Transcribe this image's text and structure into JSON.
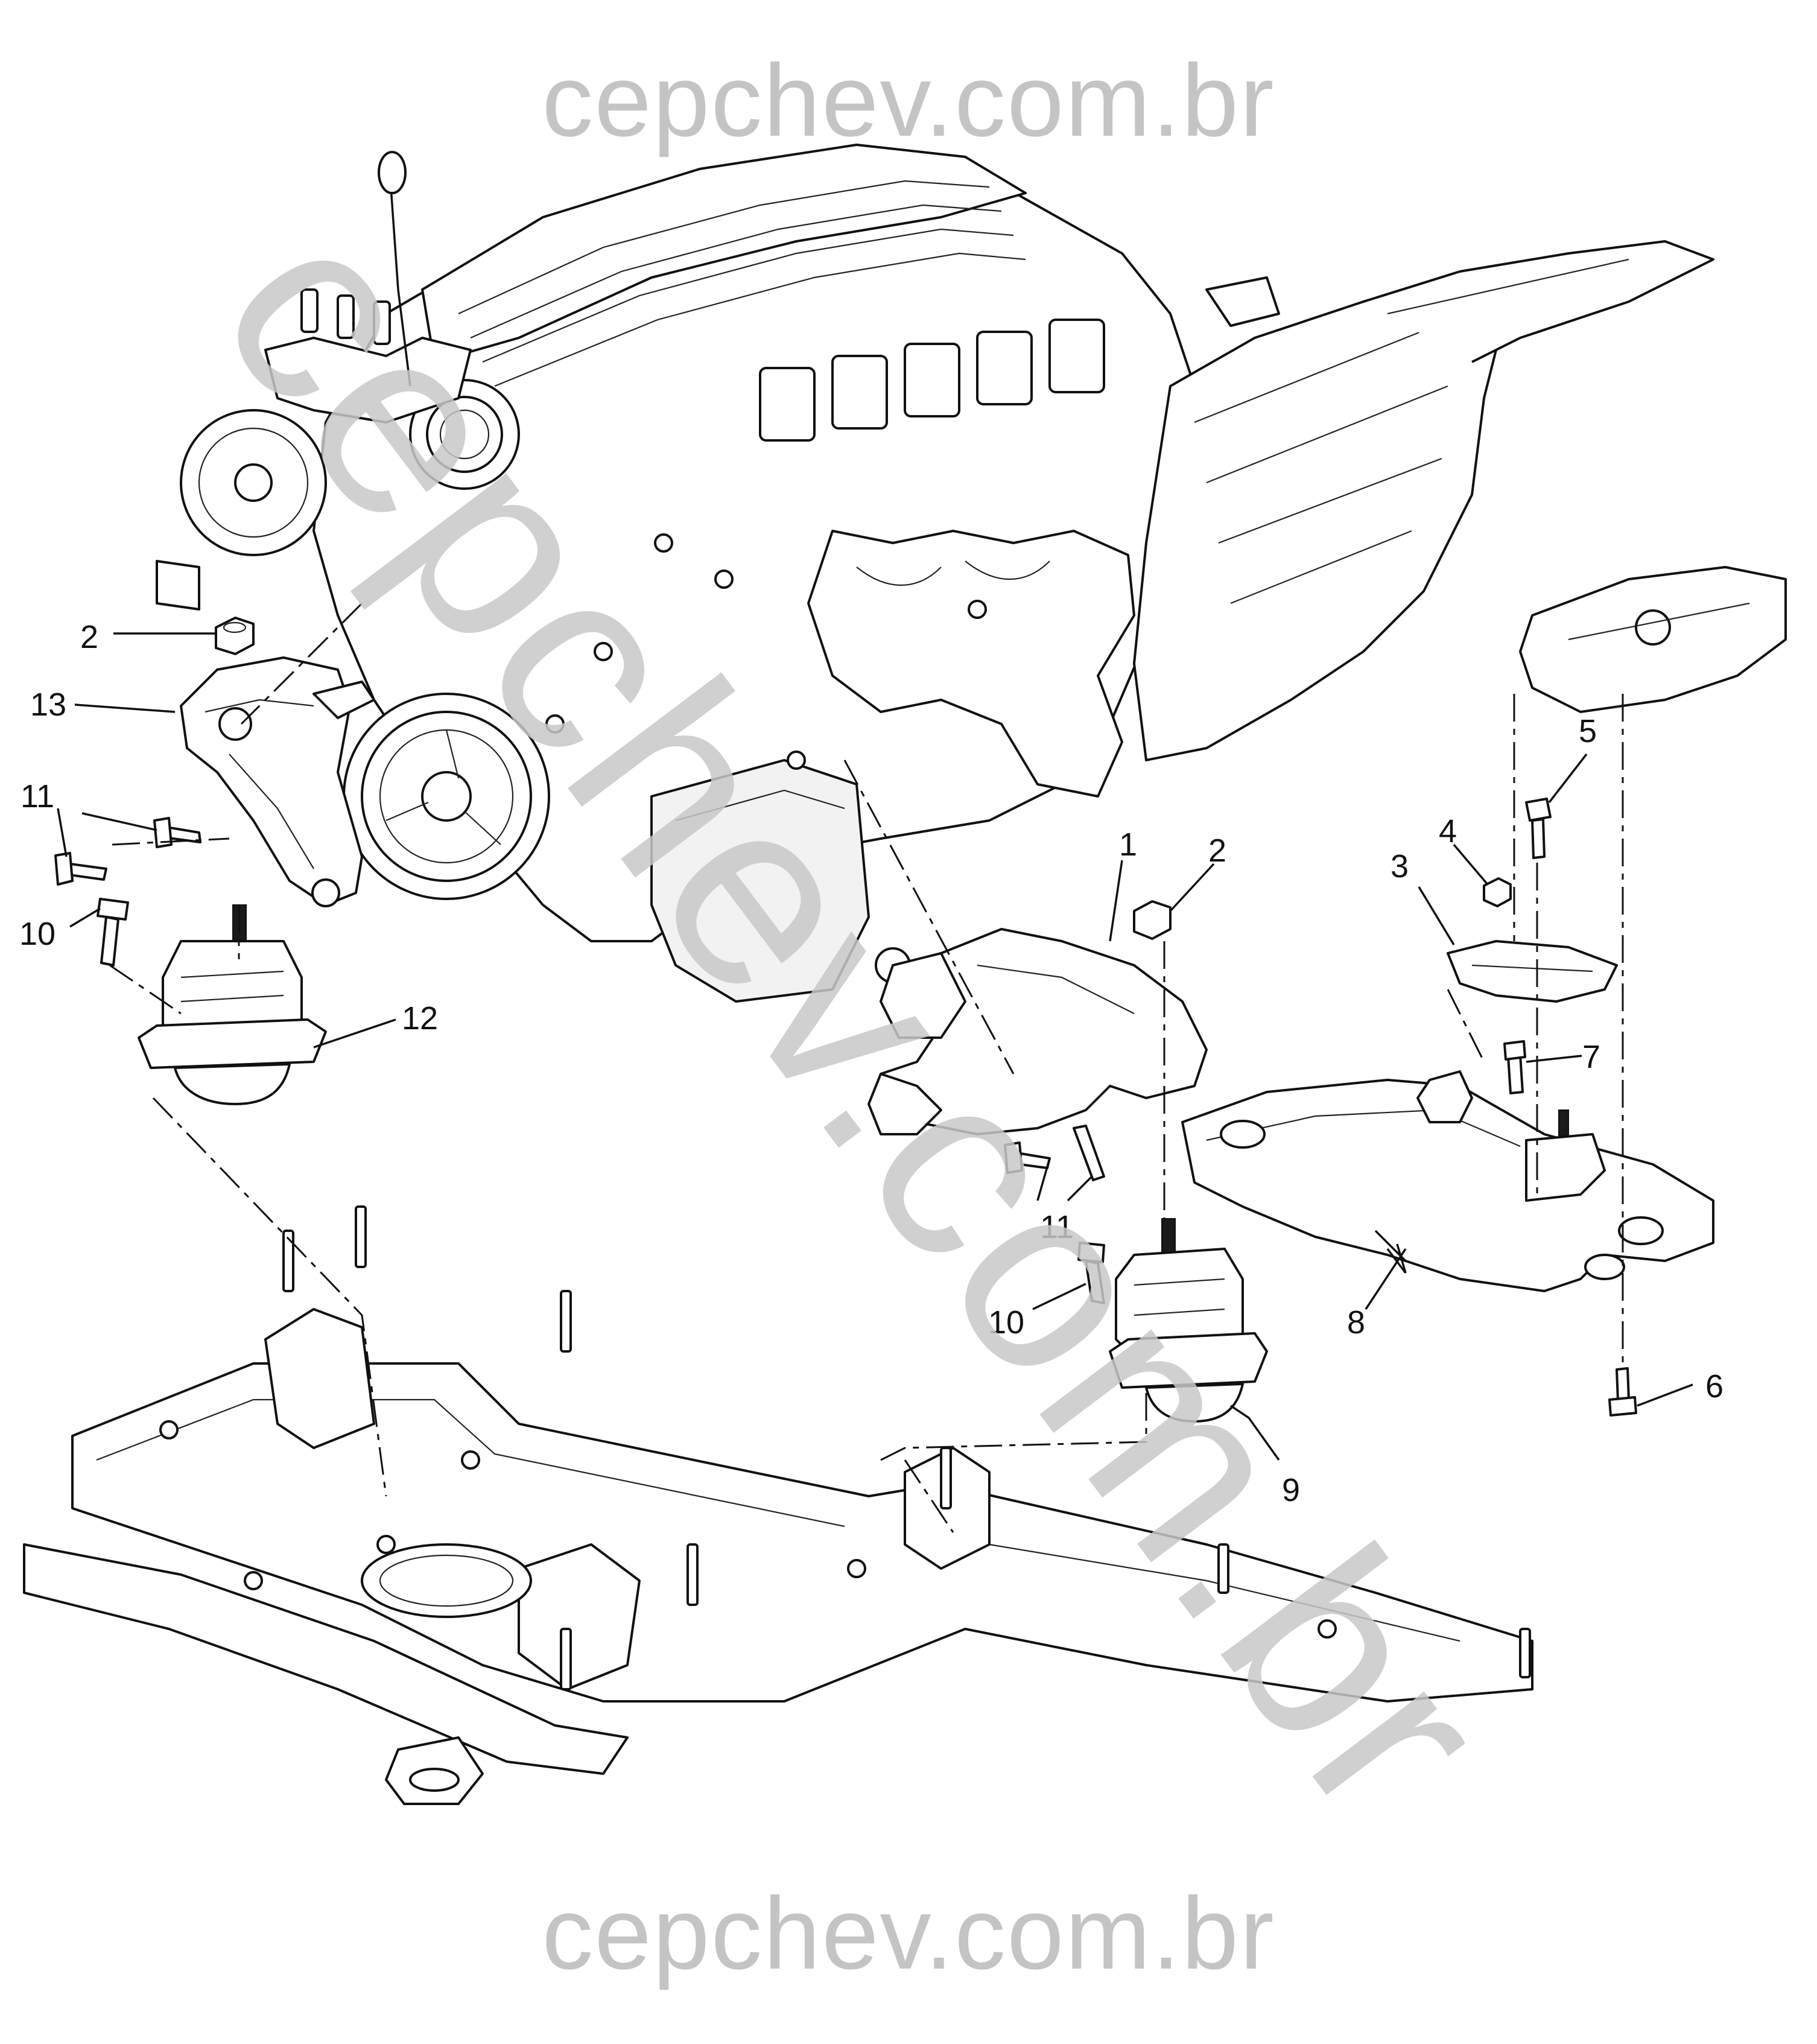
{
  "watermark": {
    "top": "cepchev.com.br",
    "bottom": "cepchev.com.br",
    "diagonal": "cepchev.com.br"
  },
  "callouts": [
    {
      "id": "c1",
      "label": "1"
    },
    {
      "id": "c2a",
      "label": "2"
    },
    {
      "id": "c2b",
      "label": "2"
    },
    {
      "id": "c3",
      "label": "3"
    },
    {
      "id": "c4",
      "label": "4"
    },
    {
      "id": "c5",
      "label": "5"
    },
    {
      "id": "c6",
      "label": "6"
    },
    {
      "id": "c7",
      "label": "7"
    },
    {
      "id": "c8",
      "label": "8"
    },
    {
      "id": "c9",
      "label": "9"
    },
    {
      "id": "c10a",
      "label": "10"
    },
    {
      "id": "c10b",
      "label": "10"
    },
    {
      "id": "c11a",
      "label": "11"
    },
    {
      "id": "c11b",
      "label": "11"
    },
    {
      "id": "c12",
      "label": "12"
    },
    {
      "id": "c13",
      "label": "13"
    }
  ]
}
